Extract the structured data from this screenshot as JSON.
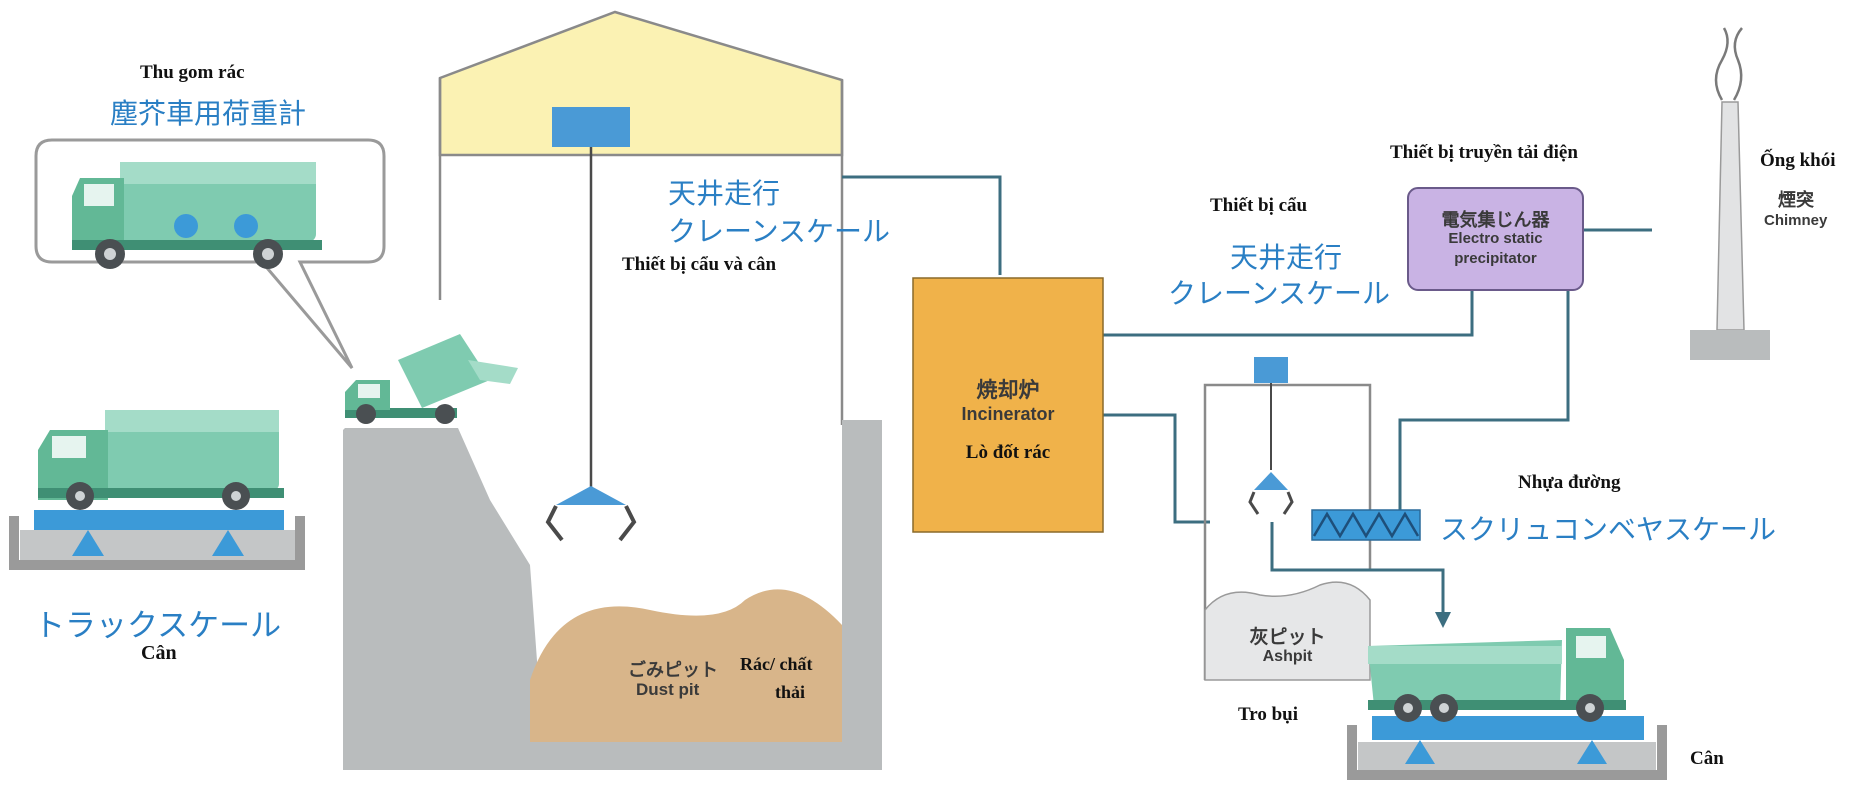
{
  "colors": {
    "line": "#3c6e80",
    "blue_part": "#4a9ad6",
    "blue_text": "#2a7fc4",
    "truck_green": "#6fc2a6",
    "roof_yellow": "#fbf2b3",
    "incinerator": "#f0b24a",
    "precipitator": "#c9b3e4",
    "gray": "#b9bcbd",
    "pit": "#d8b58a"
  },
  "icons": [
    "collection-truck-icon",
    "truck-scale-icon",
    "dump-truck-icon",
    "crane-grab-icon",
    "conveyor-icon",
    "chimney-icon"
  ],
  "labels": {
    "thu_gom": "Thu gom rác",
    "jp_packer_scale": "塵芥車用荷重計",
    "jp_truck_scale": "トラックスケール",
    "can_left": "Cân",
    "jp_crane1_line1": "天井走行",
    "jp_crane1_line2": "クレーンスケール",
    "crane_scale_vn": "Thiết bị cẩu và cân",
    "dust_pit_jp": "ごみピット",
    "dust_pit_en": "Dust pit",
    "waste_vn_1": "Rác/ chất",
    "waste_vn_2": "thải",
    "incinerator_jp": "焼却炉",
    "incinerator_en": "Incinerator",
    "incinerator_vn": "Lò đốt rác",
    "crane_vn": "Thiết bị cẩu",
    "jp_crane2_line1": "天井走行",
    "jp_crane2_line2": "クレーンスケール",
    "power_vn": "Thiết bị truyền tải điện",
    "esp_jp": "電気集じん器",
    "esp_en1": "Electro static",
    "esp_en2": "precipitator",
    "chimney_vn": "Ống khói",
    "chimney_jp": "煙突",
    "chimney_en": "Chimney",
    "asphalt_vn": "Nhựa đường",
    "screw_conveyor_jp": "スクリュコンベヤスケール",
    "ashpit_jp": "灰ピット",
    "ashpit_en": "Ashpit",
    "ash_vn": "Tro bụi",
    "can_right": "Cân"
  }
}
